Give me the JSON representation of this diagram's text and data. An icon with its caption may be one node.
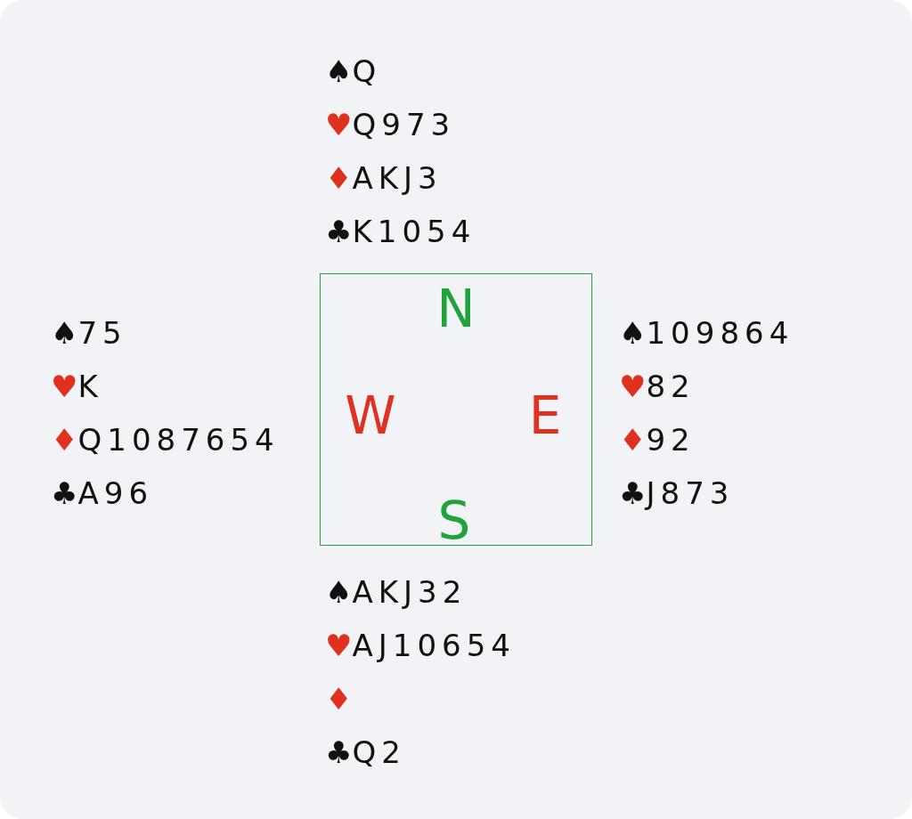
{
  "diagram": {
    "nodes": [
      {
        "text": [
          "N",
          "W",
          "E",
          "S"
        ]
      }
    ],
    "labels": [
      "♠Q",
      "♥Q973",
      "♦AKJ3",
      "♣K1054",
      "♠75",
      "♥K",
      "♦Q1087654",
      "♣A96",
      "♠109864",
      "♥82",
      "♦92",
      "♣J873",
      "♠AKJ32",
      "♥AJ10654",
      "♦",
      "♣Q2"
    ]
  }
}
